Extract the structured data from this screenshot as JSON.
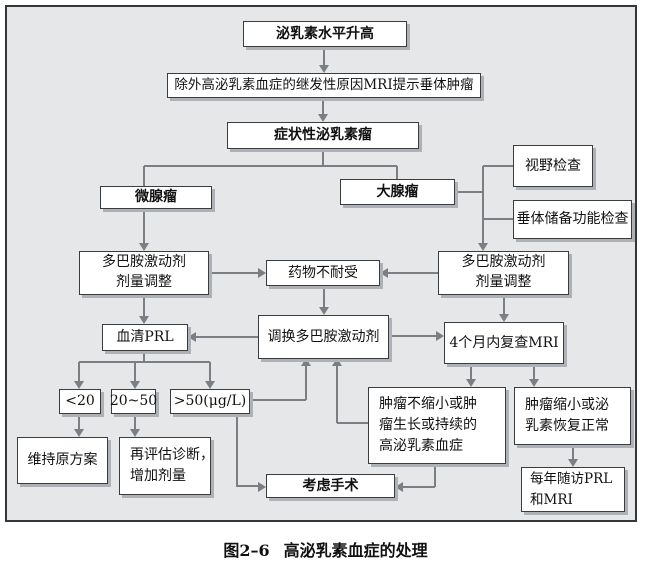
{
  "figure": {
    "caption": {
      "number": "图2–6",
      "title": "高泌乳素血症的处理"
    },
    "nodes": {
      "prolactin_elevated": {
        "label": "泌乳素水平升高"
      },
      "exclude_secondary": {
        "label": "除外高泌乳素血症的继发性原因MRI提示垂体肿瘤"
      },
      "symptomatic_prolactinoma": {
        "label": "症状性泌乳素瘤"
      },
      "microadenoma": {
        "label": "微腺瘤"
      },
      "macroadenoma": {
        "label": "大腺瘤"
      },
      "visual_field_exam": {
        "label": "视野检查"
      },
      "pituitary_reserve_exam": {
        "label": "垂体储备功能检查"
      },
      "da_adjust_left": {
        "lines": [
          "多巴胺激动剂",
          "剂量调整"
        ]
      },
      "drug_intolerance": {
        "label": "药物不耐受"
      },
      "da_adjust_right": {
        "lines": [
          "多巴胺激动剂",
          "剂量调整"
        ]
      },
      "serum_prl": {
        "label": "血清PRL"
      },
      "switch_da": {
        "label": "调换多巴胺激动剂"
      },
      "mri_4_months": {
        "label": "4个月内复查MRI"
      },
      "prl_lt_20": {
        "label": "<20"
      },
      "prl_20_50": {
        "label": "20~50"
      },
      "prl_gt_50": {
        "label": ">50(μg/L)"
      },
      "maintain_regimen": {
        "label": "维持原方案"
      },
      "reevaluate_increase": {
        "lines": [
          "再评估诊断，",
          "增加剂量"
        ]
      },
      "tumor_not_shrinking": {
        "lines": [
          "肿瘤不缩小或肿",
          "瘤生长或持续的",
          "高泌乳素血症"
        ]
      },
      "tumor_shrinking": {
        "lines": [
          "肿瘤缩小或泌",
          "乳素恢复正常"
        ]
      },
      "consider_surgery": {
        "label": "考虑手术"
      },
      "annual_followup": {
        "lines": [
          "每年随访PRL",
          "和MRI"
        ]
      }
    },
    "colors": {
      "background": "#e6e7e9",
      "frame_border": "#34373a",
      "box_fill": "#ffffff",
      "box_border": "#3a3d40",
      "box_shadow": "#aeb2b6",
      "connector": "#7b7f83",
      "text": "#111111"
    }
  }
}
